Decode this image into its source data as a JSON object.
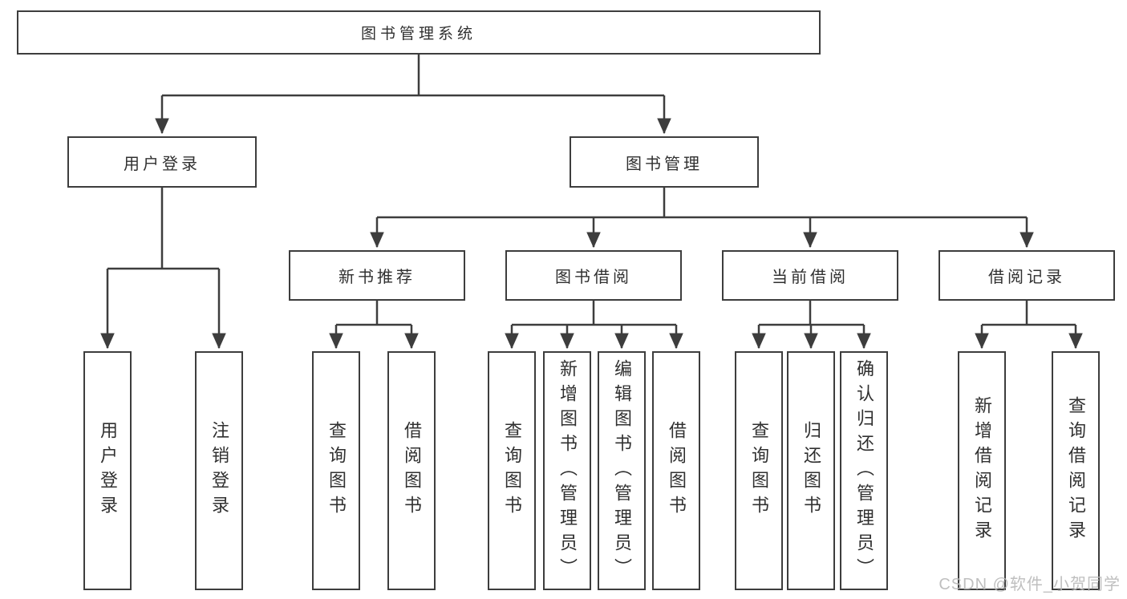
{
  "tree": {
    "label": "图书管理系统",
    "children": [
      {
        "label": "用户登录",
        "children": [
          {
            "label": "用户登录"
          },
          {
            "label": "注销登录"
          }
        ]
      },
      {
        "label": "图书管理",
        "children": [
          {
            "label": "新书推荐",
            "children": [
              {
                "label": "查询图书"
              },
              {
                "label": "借阅图书"
              }
            ]
          },
          {
            "label": "图书借阅",
            "children": [
              {
                "label": "查询图书"
              },
              {
                "label": "新增图书（管理员）"
              },
              {
                "label": "编辑图书（管理员）"
              },
              {
                "label": "借阅图书"
              }
            ]
          },
          {
            "label": "当前借阅",
            "children": [
              {
                "label": "查询图书"
              },
              {
                "label": "归还图书"
              },
              {
                "label": "确认归还（管理员）"
              }
            ]
          },
          {
            "label": "借阅记录",
            "children": [
              {
                "label": "新增借阅记录"
              },
              {
                "label": "查询借阅记录"
              }
            ]
          }
        ]
      }
    ]
  },
  "watermark": "CSDN @软件_小贺同学",
  "colors": {
    "line": "#3d3d3d",
    "text": "#303030",
    "box_background": "#ffffff",
    "watermark": "#b9b9b9",
    "page_background": "#ffffff"
  }
}
